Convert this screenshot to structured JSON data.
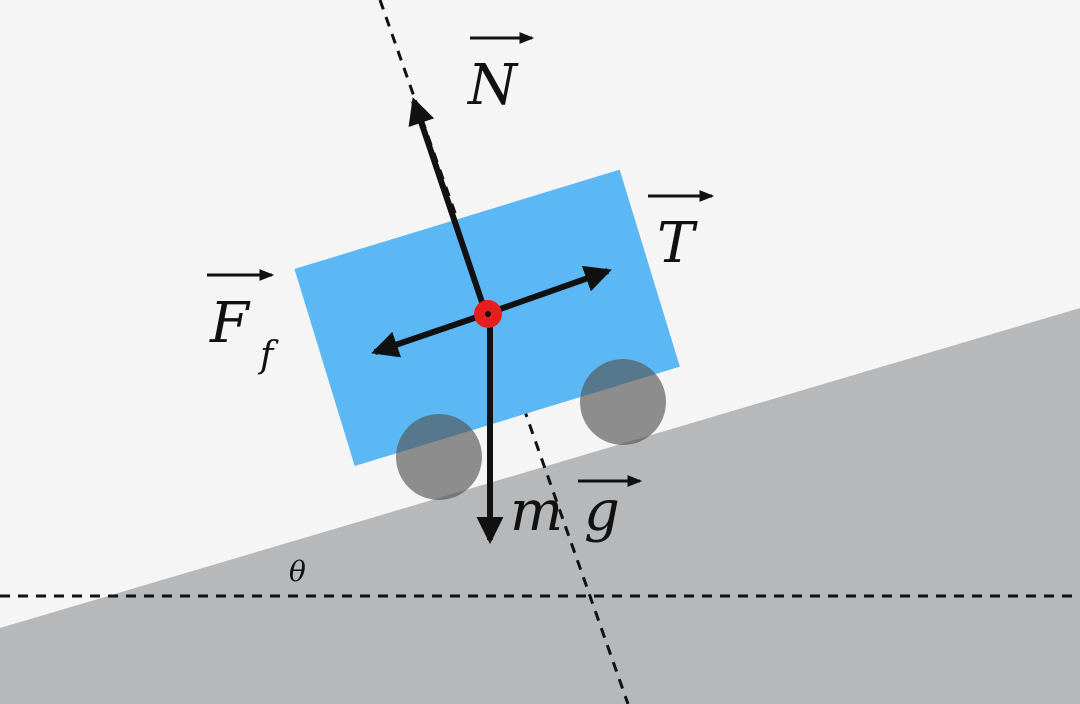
{
  "diagram": {
    "labels": {
      "normal": "N",
      "tension": "T",
      "friction": "F",
      "friction_sub": "f",
      "weight_m": "m",
      "weight_g": "g",
      "angle": "θ"
    },
    "colors": {
      "background": "#f5f5f5",
      "incline": "#b7b8ba",
      "cart_body": "#5bb8f4",
      "wheels": "#6e6e6e",
      "center_point": "#e51e1e",
      "vectors": "#111111",
      "guides": "#111111"
    }
  }
}
